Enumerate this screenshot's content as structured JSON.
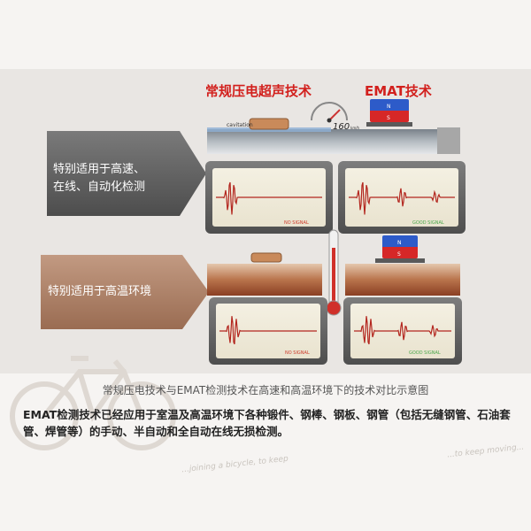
{
  "header": {
    "conventional_title": "常规压电超声技术",
    "emat_title": "EMAT技术"
  },
  "arrows": [
    {
      "text_line1": "特别适用于高速、",
      "text_line2": "在线、自动化检测",
      "color": "#5f5f5f"
    },
    {
      "text_line1": "特别适用于高温环境",
      "text_line2": "",
      "color": "#ad8067"
    }
  ],
  "figure": {
    "cavitation_label": "cavitation",
    "speed_readout": "160",
    "speed_unit": "km/h",
    "signals": {
      "top_left": "NO SIGNAL",
      "top_right": "GOOD SIGNAL",
      "bottom_left": "NO SIGNAL",
      "bottom_right": "GOOD SIGNAL"
    },
    "magnet_poles": {
      "north": "N",
      "south": "S"
    },
    "colors": {
      "no_signal": "#cc3a2a",
      "good_signal": "#4aa64a",
      "trace": "#b3261e"
    }
  },
  "caption": "常规压电技术与EMAT检测技术在高速和高温环境下的技术对比示意图",
  "paragraph": "EMAT检测技术已经应用于室温及高温环境下各种锻件、钢棒、钢板、钢管（包括无缝钢管、石油套管、焊管等）的手动、半自动和全自动在线无损检测。",
  "watermark": {
    "line1": "...joining a bicycle, to keep",
    "line2": "...to keep moving..."
  }
}
